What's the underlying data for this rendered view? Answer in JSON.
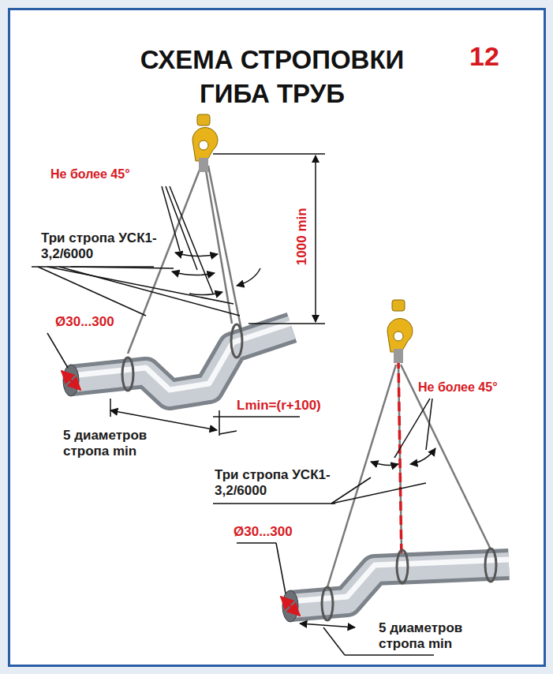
{
  "diagram": {
    "title": "СХЕМА СТРОПОВКИ ГИБА ТРУБ",
    "labels": [
      "12",
      "Не более 45°",
      "Три стропа УСК1-3,2/6000",
      "1000 min",
      "Ø30...300",
      "Lmin=(r+100)",
      "5 диаметров стропа min",
      "Не более 45°",
      "Три стропа УСК1-3,2/6000",
      "Ø30...300",
      "5 диаметров стропа min"
    ]
  }
}
